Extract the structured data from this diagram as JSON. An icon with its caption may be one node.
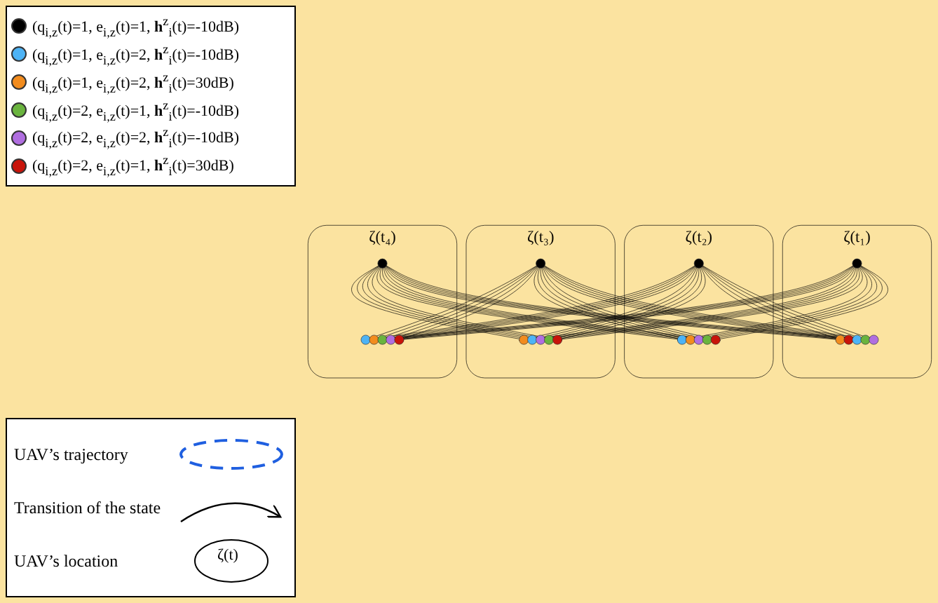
{
  "diagram": {
    "nodes": [
      {
        "text": [
          "ζ(t₁)"
        ]
      },
      {
        "text": [],
        "shape": "circle",
        "in": 0
      },
      {
        "text": [],
        "shape": "circle",
        "in": 0
      },
      {
        "text": [],
        "shape": "circle",
        "in": 0
      },
      {
        "text": [],
        "shape": "circle",
        "in": 0
      },
      {
        "text": [],
        "shape": "circle",
        "in": 0
      },
      {
        "text": [],
        "shape": "circle",
        "in": 0
      },
      {
        "text": [
          "ζ(t₂)"
        ]
      },
      {
        "text": [],
        "shape": "circle",
        "in": 7
      },
      {
        "text": [],
        "shape": "circle",
        "in": 7
      },
      {
        "text": [],
        "shape": "circle",
        "in": 7
      },
      {
        "text": [],
        "shape": "circle",
        "in": 7
      },
      {
        "text": [],
        "shape": "circle",
        "in": 7
      },
      {
        "text": [],
        "shape": "circle",
        "in": 7
      },
      {
        "text": [
          "ζ(t₃)"
        ]
      },
      {
        "text": [],
        "shape": "circle",
        "in": 14
      },
      {
        "text": [],
        "shape": "circle",
        "in": 14
      },
      {
        "text": [],
        "shape": "circle",
        "in": 14
      },
      {
        "text": [],
        "shape": "circle",
        "in": 14
      },
      {
        "text": [],
        "shape": "circle",
        "in": 14
      },
      {
        "text": [],
        "shape": "circle",
        "in": 14
      },
      {
        "text": [
          "ζ(t₄)"
        ]
      },
      {
        "text": [],
        "shape": "circle",
        "in": 21
      },
      {
        "text": [],
        "shape": "circle",
        "in": 21
      },
      {
        "text": [],
        "shape": "circle",
        "in": 21
      },
      {
        "text": [],
        "shape": "circle",
        "in": 21
      },
      {
        "text": [],
        "shape": "circle",
        "in": 21
      },
      {
        "text": [],
        "shape": "circle",
        "in": 21
      }
    ],
    "edges": [
      {
        "from": 1,
        "to": 9,
        "arrow": "to"
      },
      {
        "from": 1,
        "to": 10,
        "arrow": "to"
      },
      {
        "from": 1,
        "to": 11,
        "arrow": "to"
      },
      {
        "from": 1,
        "to": 12,
        "arrow": "to"
      },
      {
        "from": 1,
        "to": 13,
        "arrow": "to"
      },
      {
        "from": 1,
        "to": 16,
        "arrow": "to"
      },
      {
        "from": 1,
        "to": 17,
        "arrow": "to"
      },
      {
        "from": 1,
        "to": 18,
        "arrow": "to"
      },
      {
        "from": 1,
        "to": 19,
        "arrow": "to"
      },
      {
        "from": 1,
        "to": 20,
        "arrow": "to"
      },
      {
        "from": 1,
        "to": 23,
        "arrow": "to"
      },
      {
        "from": 1,
        "to": 24,
        "arrow": "to"
      },
      {
        "from": 1,
        "to": 25,
        "arrow": "to"
      },
      {
        "from": 1,
        "to": 26,
        "arrow": "to"
      },
      {
        "from": 1,
        "to": 27,
        "arrow": "to"
      },
      {
        "from": 8,
        "to": 2,
        "arrow": "to"
      },
      {
        "from": 8,
        "to": 3,
        "arrow": "to"
      },
      {
        "from": 8,
        "to": 4,
        "arrow": "to"
      },
      {
        "from": 8,
        "to": 5,
        "arrow": "to"
      },
      {
        "from": 8,
        "to": 6,
        "arrow": "to"
      },
      {
        "from": 8,
        "to": 16,
        "arrow": "to"
      },
      {
        "from": 8,
        "to": 17,
        "arrow": "to"
      },
      {
        "from": 8,
        "to": 18,
        "arrow": "to"
      },
      {
        "from": 8,
        "to": 19,
        "arrow": "to"
      },
      {
        "from": 8,
        "to": 20,
        "arrow": "to"
      },
      {
        "from": 8,
        "to": 23,
        "arrow": "to"
      },
      {
        "from": 8,
        "to": 24,
        "arrow": "to"
      },
      {
        "from": 8,
        "to": 25,
        "arrow": "to"
      },
      {
        "from": 8,
        "to": 26,
        "arrow": "to"
      },
      {
        "from": 8,
        "to": 27,
        "arrow": "to"
      },
      {
        "from": 15,
        "to": 2,
        "arrow": "to"
      },
      {
        "from": 15,
        "to": 3,
        "arrow": "to"
      },
      {
        "from": 15,
        "to": 4,
        "arrow": "to"
      },
      {
        "from": 15,
        "to": 5,
        "arrow": "to"
      },
      {
        "from": 15,
        "to": 6,
        "arrow": "to"
      },
      {
        "from": 15,
        "to": 9,
        "arrow": "to"
      },
      {
        "from": 15,
        "to": 10,
        "arrow": "to"
      },
      {
        "from": 15,
        "to": 11,
        "arrow": "to"
      },
      {
        "from": 15,
        "to": 12,
        "arrow": "to"
      },
      {
        "from": 15,
        "to": 13,
        "arrow": "to"
      },
      {
        "from": 15,
        "to": 23,
        "arrow": "to"
      },
      {
        "from": 15,
        "to": 24,
        "arrow": "to"
      },
      {
        "from": 15,
        "to": 25,
        "arrow": "to"
      },
      {
        "from": 15,
        "to": 26,
        "arrow": "to"
      },
      {
        "from": 15,
        "to": 27,
        "arrow": "to"
      },
      {
        "from": 22,
        "to": 2,
        "arrow": "to"
      },
      {
        "from": 22,
        "to": 3,
        "arrow": "to"
      },
      {
        "from": 22,
        "to": 4,
        "arrow": "to"
      },
      {
        "from": 22,
        "to": 5,
        "arrow": "to"
      },
      {
        "from": 22,
        "to": 6,
        "arrow": "to"
      },
      {
        "from": 22,
        "to": 9,
        "arrow": "to"
      },
      {
        "from": 22,
        "to": 10,
        "arrow": "to"
      },
      {
        "from": 22,
        "to": 11,
        "arrow": "to"
      },
      {
        "from": 22,
        "to": 12,
        "arrow": "to"
      },
      {
        "from": 22,
        "to": 13,
        "arrow": "to"
      },
      {
        "from": 22,
        "to": 16,
        "arrow": "to"
      },
      {
        "from": 22,
        "to": 17,
        "arrow": "to"
      },
      {
        "from": 22,
        "to": 18,
        "arrow": "to"
      },
      {
        "from": 22,
        "to": 19,
        "arrow": "to"
      },
      {
        "from": 22,
        "to": 20,
        "arrow": "to"
      }
    ],
    "labels": [
      "ζ(t)"
    ],
    "legend": [
      {
        "text": "(q$_{i,z}$(t)=1, e$_{i,z}$(t)=1, **h**$^{z}$$_{i}$(t)=-10dB)",
        "color": "#000000"
      },
      {
        "text": "(q$_{i,z}$(t)=1, e$_{i,z}$(t)=2, **h**$^{z}$$_{i}$(t)=-10dB)",
        "color": "#4db3f5"
      },
      {
        "text": "(q$_{i,z}$(t)=1, e$_{i,z}$(t)=2, **h**$^{z}$$_{i}$(t)=30dB)",
        "color": "#f28c1e"
      },
      {
        "text": "(q$_{i,z}$(t)=2, e$_{i,z}$(t)=1, **h**$^{z}$$_{i}$(t)=-10dB)",
        "color": "#6ab43e"
      },
      {
        "text": "(q$_{i,z}$(t)=2, e$_{i,z}$(t)=2, **h**$^{z}$$_{i}$(t)=-10dB)",
        "color": "#b06ee0"
      },
      {
        "text": "(q$_{i,z}$(t)=2, e$_{i,z}$(t)=1, **h**$^{z}$$_{i}$(t)=30dB)",
        "color": "#c8140a"
      },
      {
        "text": "UAV’s trajectory"
      },
      {
        "text": "Transition of the state"
      },
      {
        "text": "UAV’s location"
      }
    ]
  }
}
